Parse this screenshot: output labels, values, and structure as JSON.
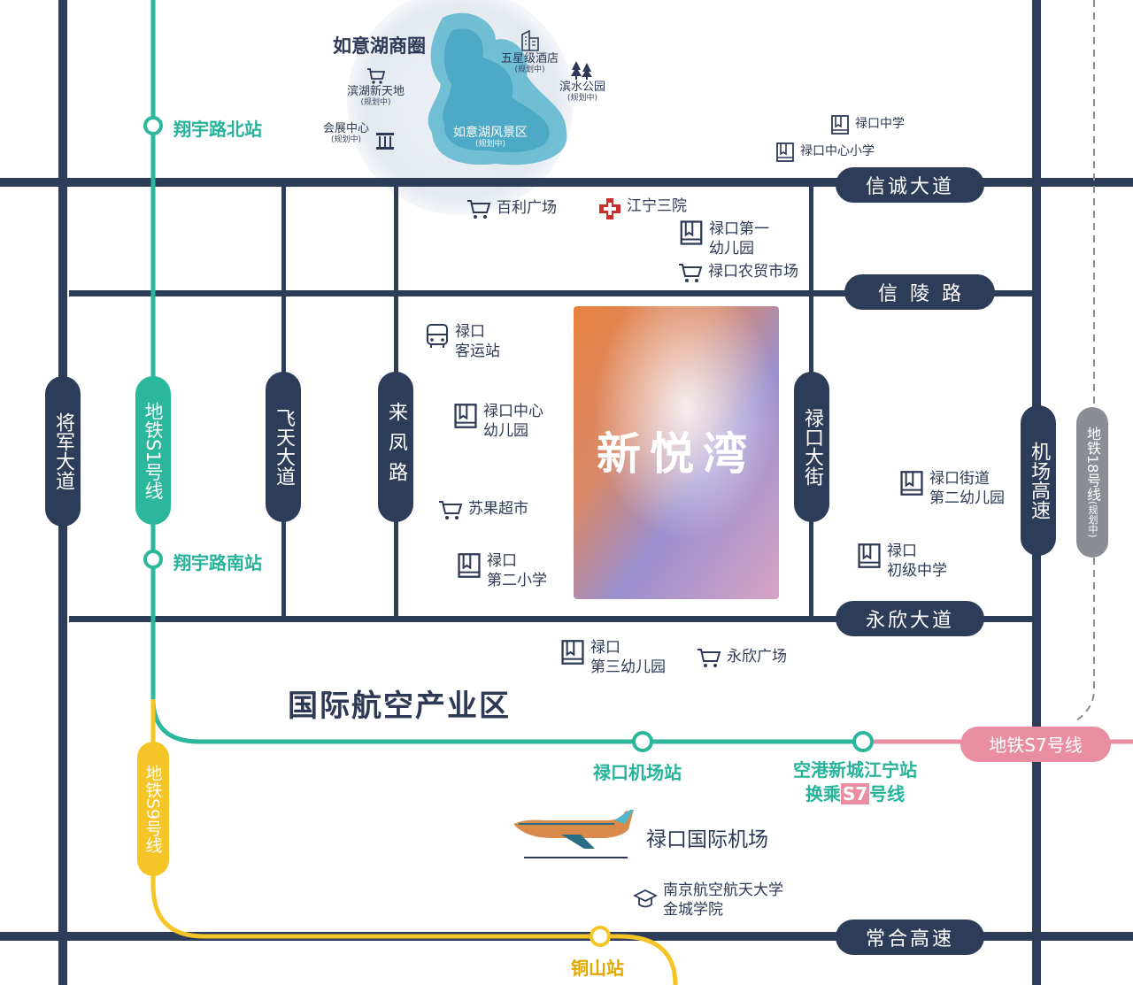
{
  "project": {
    "name": "新悦湾"
  },
  "zone": {
    "industry": "国际航空产业区",
    "lake_district": "如意湖商圈"
  },
  "roads": {
    "xincheng": "信诚大道",
    "xinling": "信  陵  路",
    "yongxin": "永欣大道",
    "changhe": "常合高速",
    "jiangjun": "将军大道",
    "feitian": "飞天大道",
    "laifeng": "来凤路",
    "lukou_street": "禄口大街",
    "airport_expressway": "机场高速"
  },
  "metro": {
    "s1": {
      "label": "地铁S1号线",
      "color": "#2bb79b"
    },
    "s9": {
      "label": "地铁S9号线",
      "color": "#f5c527"
    },
    "s7": {
      "label": "地铁S7号线",
      "color": "#e88ea0"
    },
    "line18": {
      "label": "地铁18号线",
      "note": "(规划中)",
      "color": "#8a8d93"
    }
  },
  "stations": {
    "xiangyu_north": "翔宇路北站",
    "xiangyu_south": "翔宇路南站",
    "lukou_airport": "禄口机场站",
    "konggang_1": "空港新城江宁站",
    "konggang_2_a": "换乘",
    "konggang_2_b": "S7",
    "konggang_2_c": "号线",
    "tongshan": "铜山站"
  },
  "pois": {
    "lake_scenic": {
      "name": "如意湖风景区",
      "note": "(规划中)"
    },
    "hotel": {
      "name": "五星级酒店",
      "note": "(规划中)"
    },
    "park": {
      "name": "滨水公园",
      "note": "(规划中)"
    },
    "binhu": {
      "name": "滨湖新天地",
      "note": "(规划中)"
    },
    "expo": {
      "name": "会展中心",
      "note": "(规划中)"
    },
    "baili": "百利广场",
    "hospital": "江宁三院",
    "kinder1_a": "禄口第一",
    "kinder1_b": "幼儿园",
    "market": "禄口农贸市场",
    "middle_school": "禄口中学",
    "central_primary": "禄口中心小学",
    "bus_a": "禄口",
    "bus_b": "客运站",
    "central_kinder_a": "禄口中心",
    "central_kinder_b": "幼儿园",
    "suguo": "苏果超市",
    "primary2_a": "禄口",
    "primary2_b": "第二小学",
    "street_kinder_a": "禄口街道",
    "street_kinder_b": "第二幼儿园",
    "junior_a": "禄口",
    "junior_b": "初级中学",
    "kinder3_a": "禄口",
    "kinder3_b": "第三幼儿园",
    "yongxin_plaza": "永欣广场",
    "airport": "禄口国际机场",
    "university_a": "南京航空航天大学",
    "university_b": "金城学院"
  },
  "icons": [
    "cart-icon",
    "building-icon",
    "trees-icon",
    "pillar-icon",
    "book-icon",
    "hospital-cross-icon",
    "bus-icon",
    "graduation-cap-icon",
    "airplane-icon"
  ],
  "colors": {
    "road": "#2d3c59",
    "text_dark": "#2e3a55",
    "hospital_red": "#c9302c",
    "lake": "#4aa8c2"
  }
}
